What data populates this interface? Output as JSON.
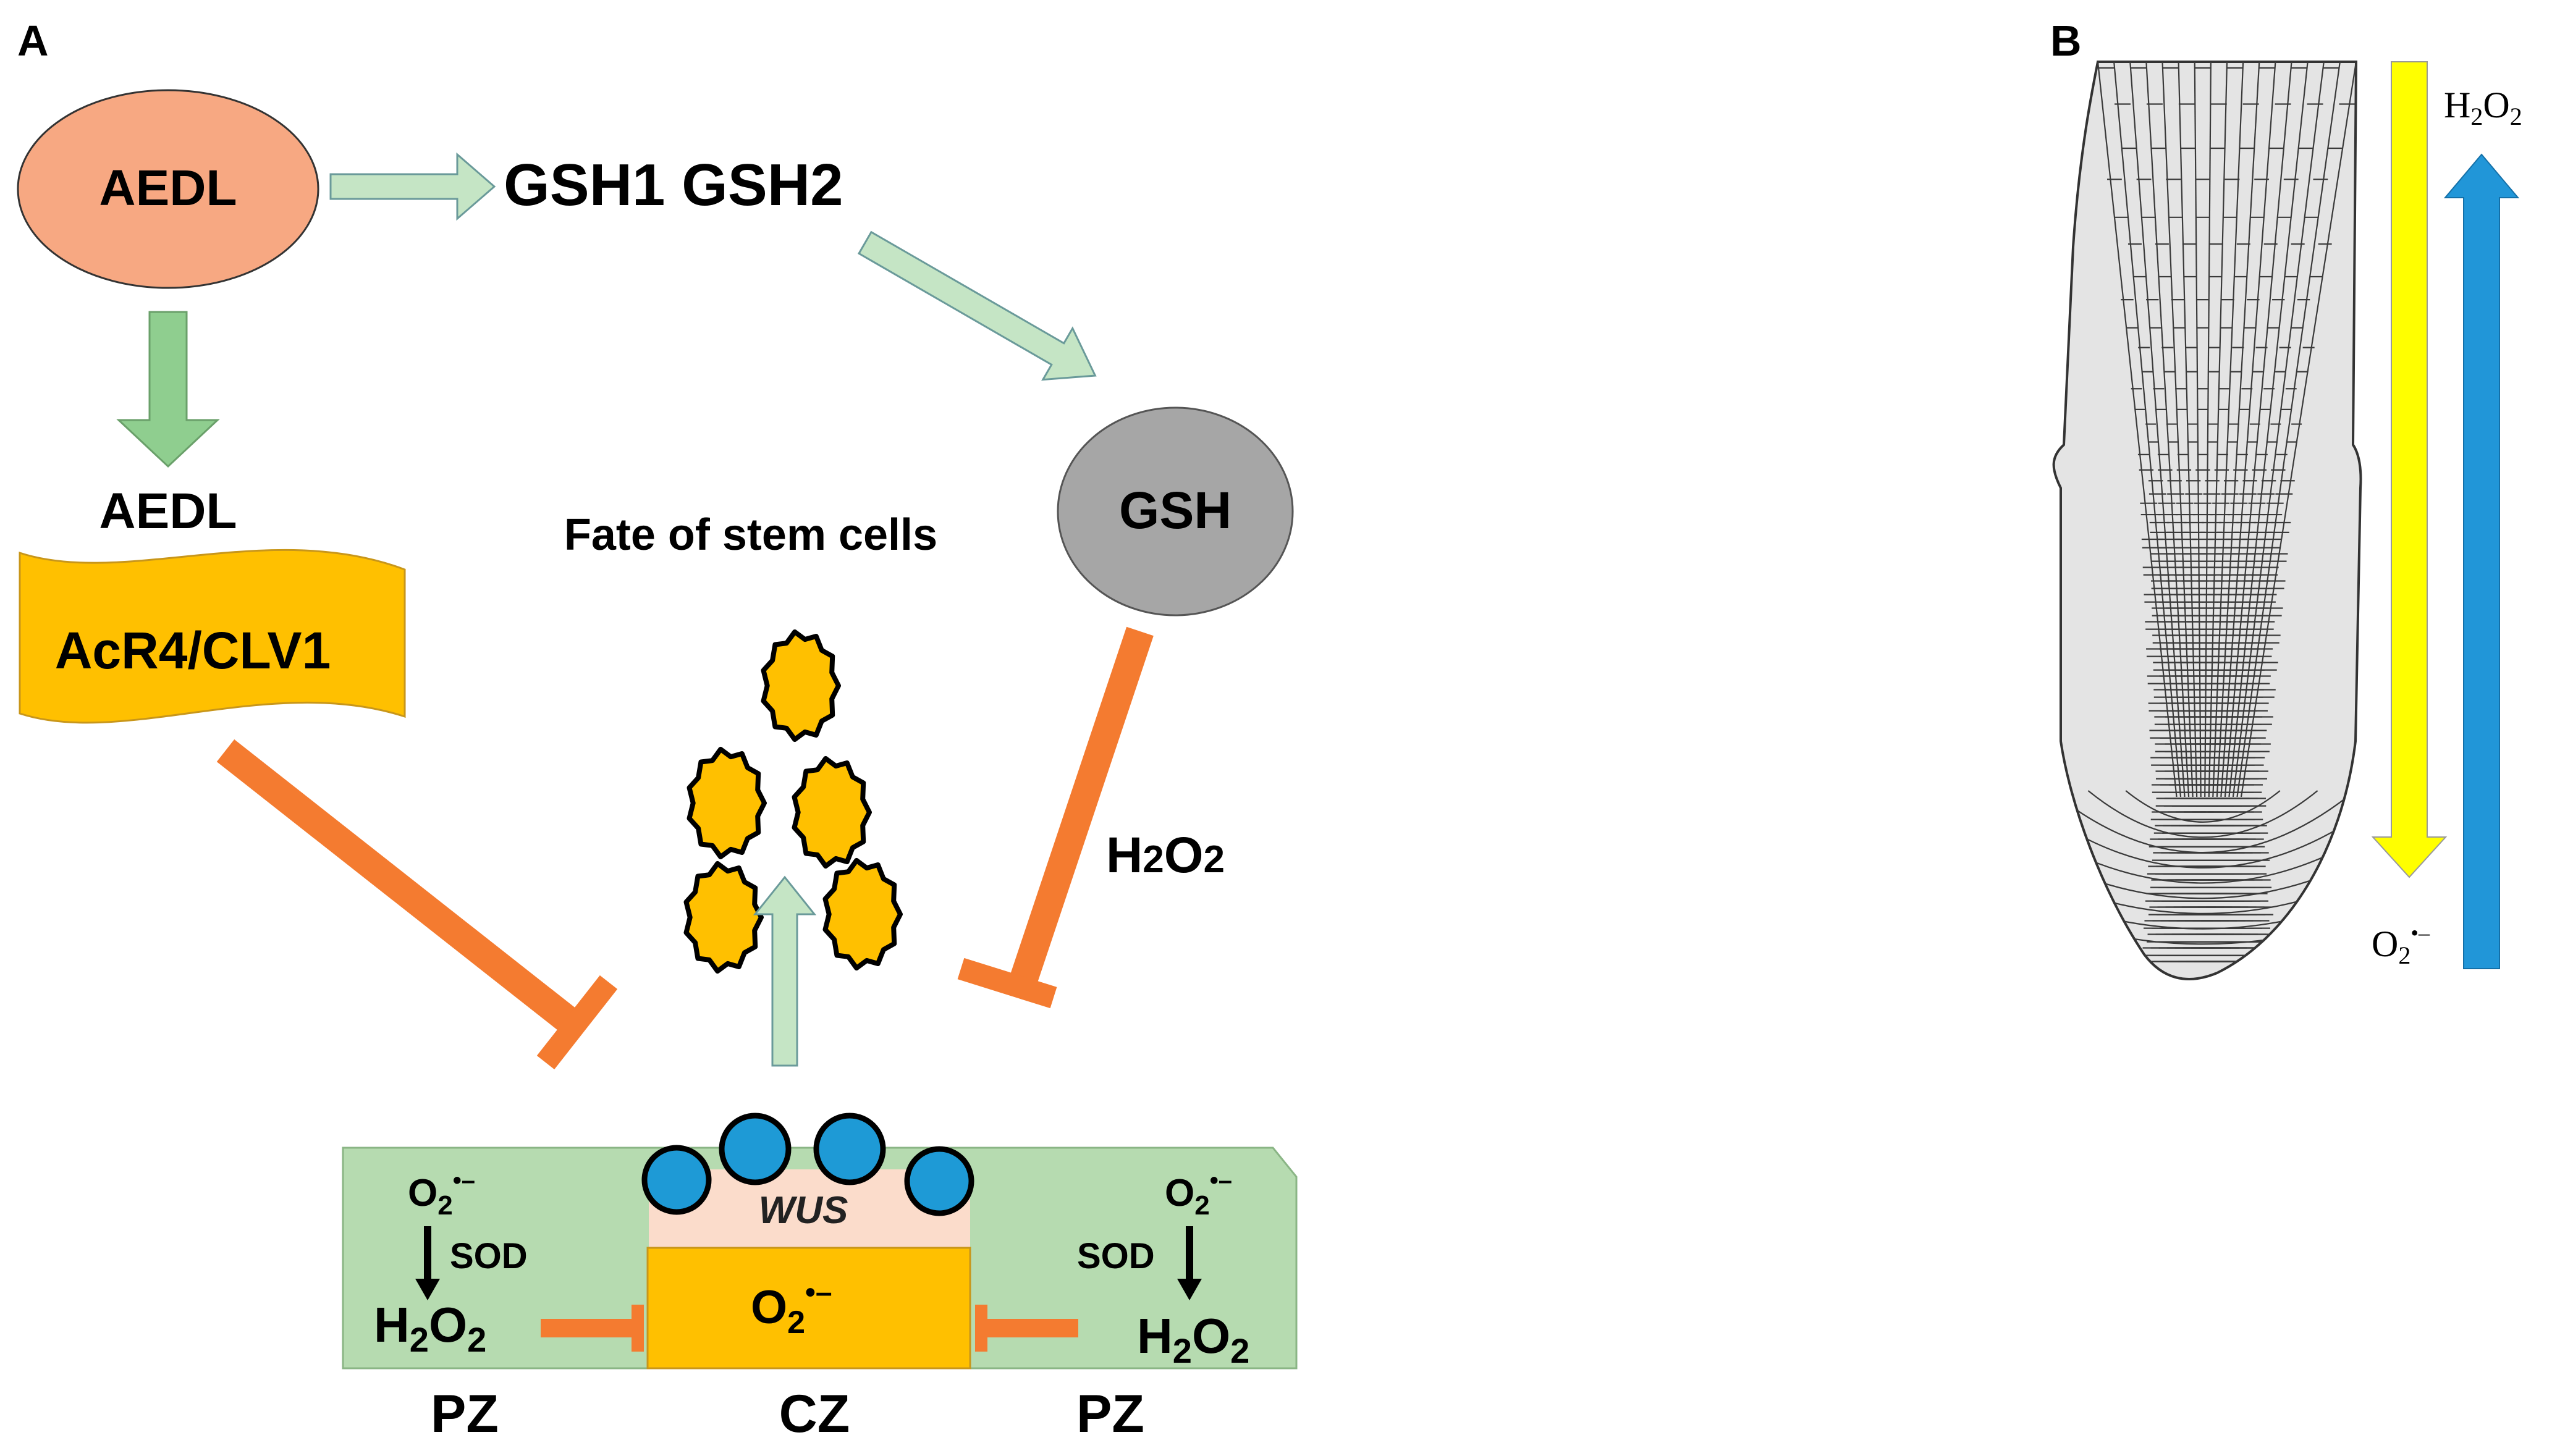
{
  "panel_a": {
    "label": "A",
    "aedl_top": "AEDL",
    "gsh_genes": "GSH1 GSH2",
    "gsh": "GSH",
    "aedl_receptor_label": "AEDL",
    "receptor": "AcR4/CLV1",
    "fate_title": "Fate of stem cells",
    "h2o2_side": {
      "base": "H",
      "sub1": "2",
      "mid": "O",
      "sub2": "2"
    },
    "wus": "WUS",
    "cz_superoxide": {
      "base": "O",
      "sub": "2",
      "sup": "•–"
    },
    "left_zone": {
      "superoxide": {
        "base": "O",
        "sub": "2",
        "sup": "•–"
      },
      "enzyme": "SOD",
      "h2o2": {
        "base": "H",
        "sub1": "2",
        "mid": "O",
        "sub2": "2"
      }
    },
    "right_zone": {
      "superoxide": {
        "base": "O",
        "sub": "2",
        "sup": "•–"
      },
      "enzyme": "SOD",
      "h2o2": {
        "base": "H",
        "sub1": "2",
        "mid": "O",
        "sub2": "2"
      }
    },
    "zone_labels": {
      "left": "PZ",
      "center": "CZ",
      "right": "PZ"
    }
  },
  "panel_b": {
    "label": "B",
    "h2o2": {
      "base": "H",
      "sub1": "2",
      "mid": "O",
      "sub2": "2"
    },
    "superoxide": {
      "base": "O",
      "sub": "2",
      "sup": "•–"
    }
  },
  "colors": {
    "aedl_oval": "#f7a882",
    "gsh_circle": "#a6a6a6",
    "receptor": "#ffc000",
    "stem_cell": "#ffc000",
    "inhibit": "#f47b30",
    "pale_arrow": "#c5e5c5",
    "green_arrow": "#8fce8f",
    "green_box": "#b6dbb0",
    "wus_box": "#fbdccb",
    "blue_cell": "#1e9ad6",
    "h2o2_arrow": "#ffff00",
    "superoxide_arrow": "#2196d8",
    "root_fill": "#e4e4e4"
  }
}
